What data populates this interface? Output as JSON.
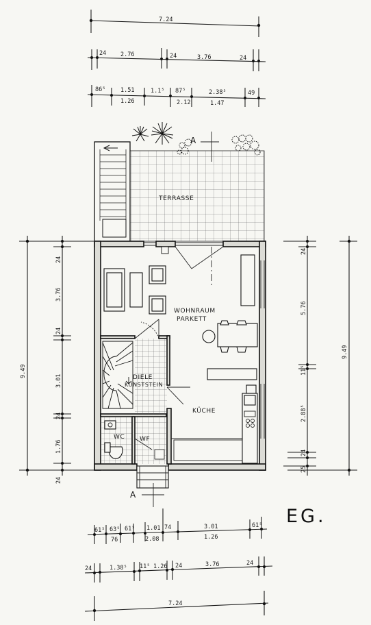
{
  "title": "EG.",
  "section_marks": [
    "A",
    "A"
  ],
  "rooms": {
    "terrasse": "TERRASSE",
    "wohnraum": "WOHNRAUM",
    "parkett": "PARKETT",
    "diele": "DIELE",
    "kunststein": "KUNSTSTEIN",
    "kueche": "KÜCHE",
    "wc": "WC",
    "wf": "WF"
  },
  "dims_top": {
    "row1": [
      "7.24"
    ],
    "row2": [
      "24",
      "2.76",
      "24",
      "3.76",
      "24"
    ],
    "row3_upper": [
      "86⁵",
      "1.51",
      "1.1⁵",
      "87⁵",
      "2.38⁵",
      "49"
    ],
    "row3_lower": [
      "1.26",
      "2.12",
      "1.47"
    ]
  },
  "dims_bottom": {
    "row1_upper": [
      "61⁵",
      "63⁵",
      "61⁵",
      "1.01",
      "74",
      "3.01",
      "61⁵"
    ],
    "row1_lower": [
      "76",
      "2.08",
      "1.26"
    ],
    "row2": [
      "24",
      "1.38⁵",
      "11⁵",
      "1.26",
      "24",
      "3.76",
      "24"
    ],
    "row3": [
      "7.24"
    ]
  },
  "dims_left": {
    "overall": "9.49",
    "segments": [
      "24",
      "3.76",
      "24",
      "3.01",
      "24",
      "1.76",
      "24"
    ]
  },
  "dims_right": {
    "overall": "9.49",
    "segments": [
      "24",
      "5.76",
      "11⁵",
      "2.88⁵",
      "24",
      "25"
    ]
  }
}
